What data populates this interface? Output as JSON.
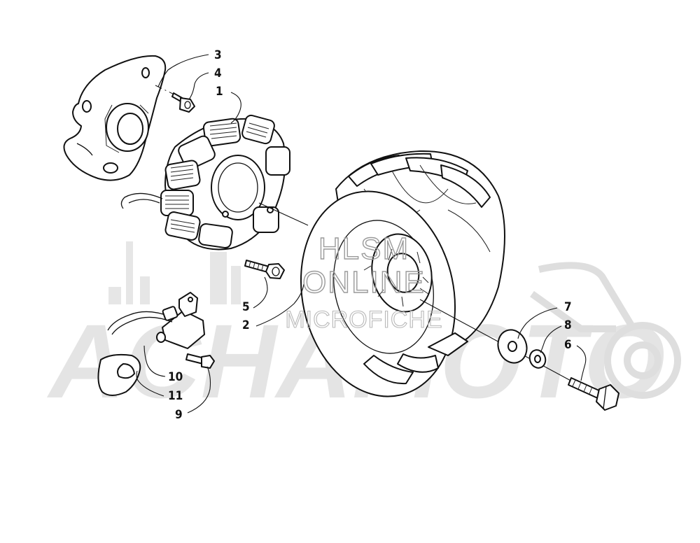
{
  "diagram": {
    "callouts": [
      {
        "id": "c3",
        "label": "3"
      },
      {
        "id": "c4",
        "label": "4"
      },
      {
        "id": "c1",
        "label": "1"
      },
      {
        "id": "c5",
        "label": "5"
      },
      {
        "id": "c2",
        "label": "2"
      },
      {
        "id": "c7",
        "label": "7"
      },
      {
        "id": "c8",
        "label": "8"
      },
      {
        "id": "c6",
        "label": "6"
      },
      {
        "id": "c10",
        "label": "10"
      },
      {
        "id": "c11",
        "label": "11"
      },
      {
        "id": "c9",
        "label": "9"
      }
    ],
    "watermark": {
      "line1": "HLSM",
      "line2": "ONLINE",
      "line3": "MICROFICHE",
      "brand": "ACHAMOTO"
    }
  }
}
